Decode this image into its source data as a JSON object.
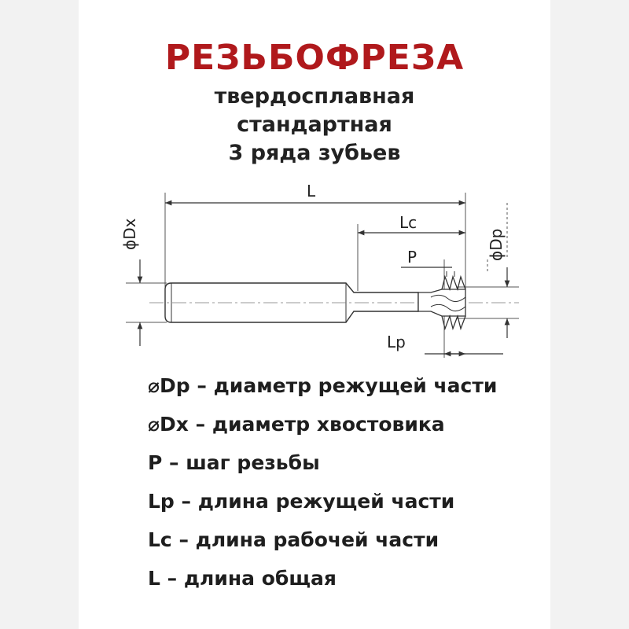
{
  "header": {
    "title": "РЕЗЬБОФРЕЗА",
    "subtitle_lines": [
      "твердосплавная",
      "стандартная",
      "3 ряда зубьев"
    ]
  },
  "diagram": {
    "labels": {
      "L": "L",
      "Lc": "Lc",
      "P": "P",
      "Lp": "Lp",
      "Dx": "ϕDx",
      "Dp": "ϕDp"
    }
  },
  "legend": {
    "items": [
      {
        "symbol": "⌀Dp",
        "text": " – диаметр режущей части"
      },
      {
        "symbol": "⌀Dx",
        "text": " – диаметр хвостовика"
      },
      {
        "symbol": "P",
        "text": " – шаг резьбы"
      },
      {
        "symbol": "Lp",
        "text": " – длина режущей части"
      },
      {
        "symbol": "Lc",
        "text": " – длина рабочей части"
      },
      {
        "symbol": "L",
        "text": " – длина общая"
      }
    ]
  },
  "colors": {
    "title": "#b0191c",
    "text": "#222222",
    "line": "#333333"
  }
}
